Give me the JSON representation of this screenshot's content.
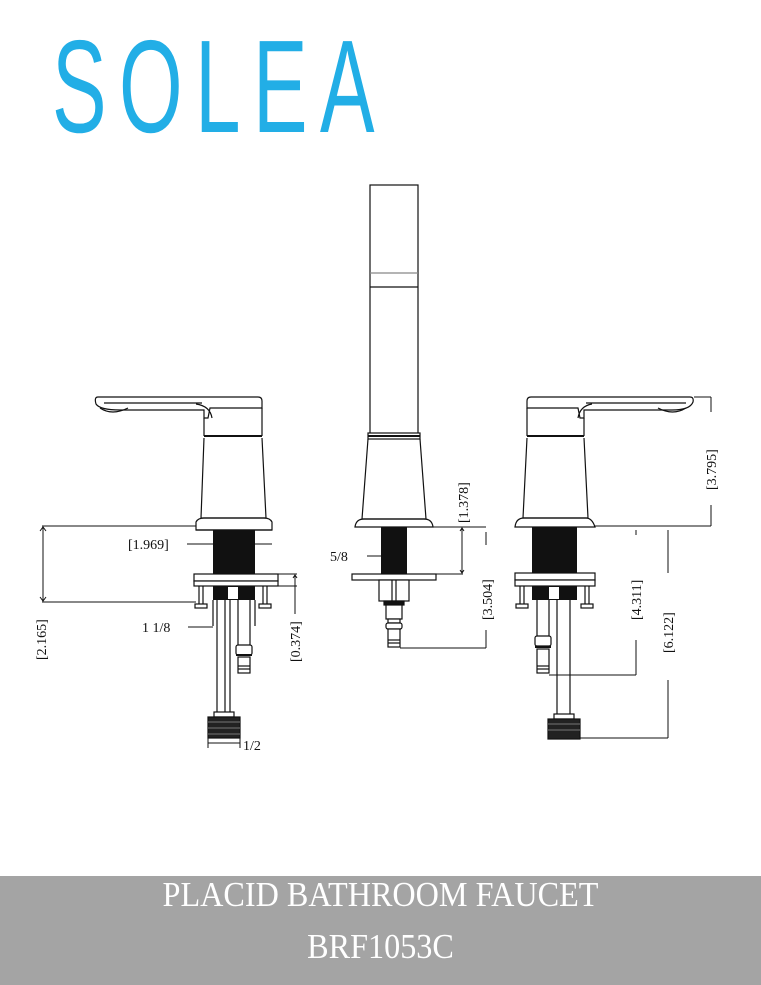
{
  "brand": {
    "logo_text": "SOLEA",
    "logo_color": "#22aee6"
  },
  "drawing": {
    "left_handle_dims": {
      "base_to_plate": "[1.969]",
      "total_depth": "[2.165]",
      "plate_thickness": "[0.374]",
      "shank_diameter": "1 1/8",
      "inlet_thread": "1/2"
    },
    "spout_dims": {
      "base_height": "[1.378]",
      "shank_length": "[3.504]",
      "shank_thread": "5/8"
    },
    "right_handle_dims": {
      "handle_height": "[3.795]",
      "to_outlet": "[4.311]",
      "to_inlet": "[6.122]"
    }
  },
  "footer": {
    "product_name": "PLACID BATHROOM FAUCET",
    "model_number": "BRF1053C",
    "background": "#a4a4a4"
  }
}
